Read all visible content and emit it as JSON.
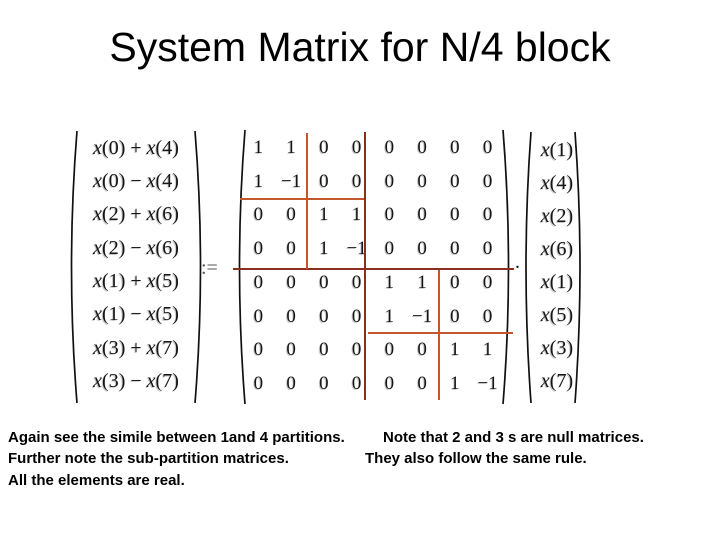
{
  "title": "System Matrix for N/4 block",
  "equation": {
    "assign_symbol": ":=",
    "left_vector": [
      "x(0) + x(4)",
      "x(0) − x(4)",
      "x(2) + x(6)",
      "x(2) − x(6)",
      "x(1) + x(5)",
      "x(1) − x(5)",
      "x(3) + x(7)",
      "x(3) − x(7)"
    ],
    "matrix_rows": [
      [
        "1",
        "1",
        "0",
        "0",
        "0",
        "0",
        "0",
        "0"
      ],
      [
        "1",
        "−1",
        "0",
        "0",
        "0",
        "0",
        "0",
        "0"
      ],
      [
        "0",
        "0",
        "1",
        "1",
        "0",
        "0",
        "0",
        "0"
      ],
      [
        "0",
        "0",
        "1",
        "−1",
        "0",
        "0",
        "0",
        "0"
      ],
      [
        "0",
        "0",
        "0",
        "0",
        "1",
        "1",
        "0",
        "0"
      ],
      [
        "0",
        "0",
        "0",
        "0",
        "1",
        "−1",
        "0",
        "0"
      ],
      [
        "0",
        "0",
        "0",
        "0",
        "0",
        "0",
        "1",
        "1"
      ],
      [
        "0",
        "0",
        "0",
        "0",
        "0",
        "0",
        "1",
        "−1"
      ]
    ],
    "right_vector": [
      "x(1)",
      "x(4)",
      "x(2)",
      "x(6)",
      "x(1)",
      "x(5)",
      "x(3)",
      "x(7)"
    ],
    "trailing_period": ".",
    "colors": {
      "main_partition": "#8b2e1e",
      "sub_partition": "#c2572c"
    }
  },
  "notes": {
    "line1_left": "Again see the simile between 1and 4 partitions.",
    "line1_right": "Note that 2 and 3 s are null matrices.",
    "line2_left": "Further note the sub-partition matrices.",
    "line2_right": "They also follow the same rule.",
    "line3": "All the elements are real."
  }
}
